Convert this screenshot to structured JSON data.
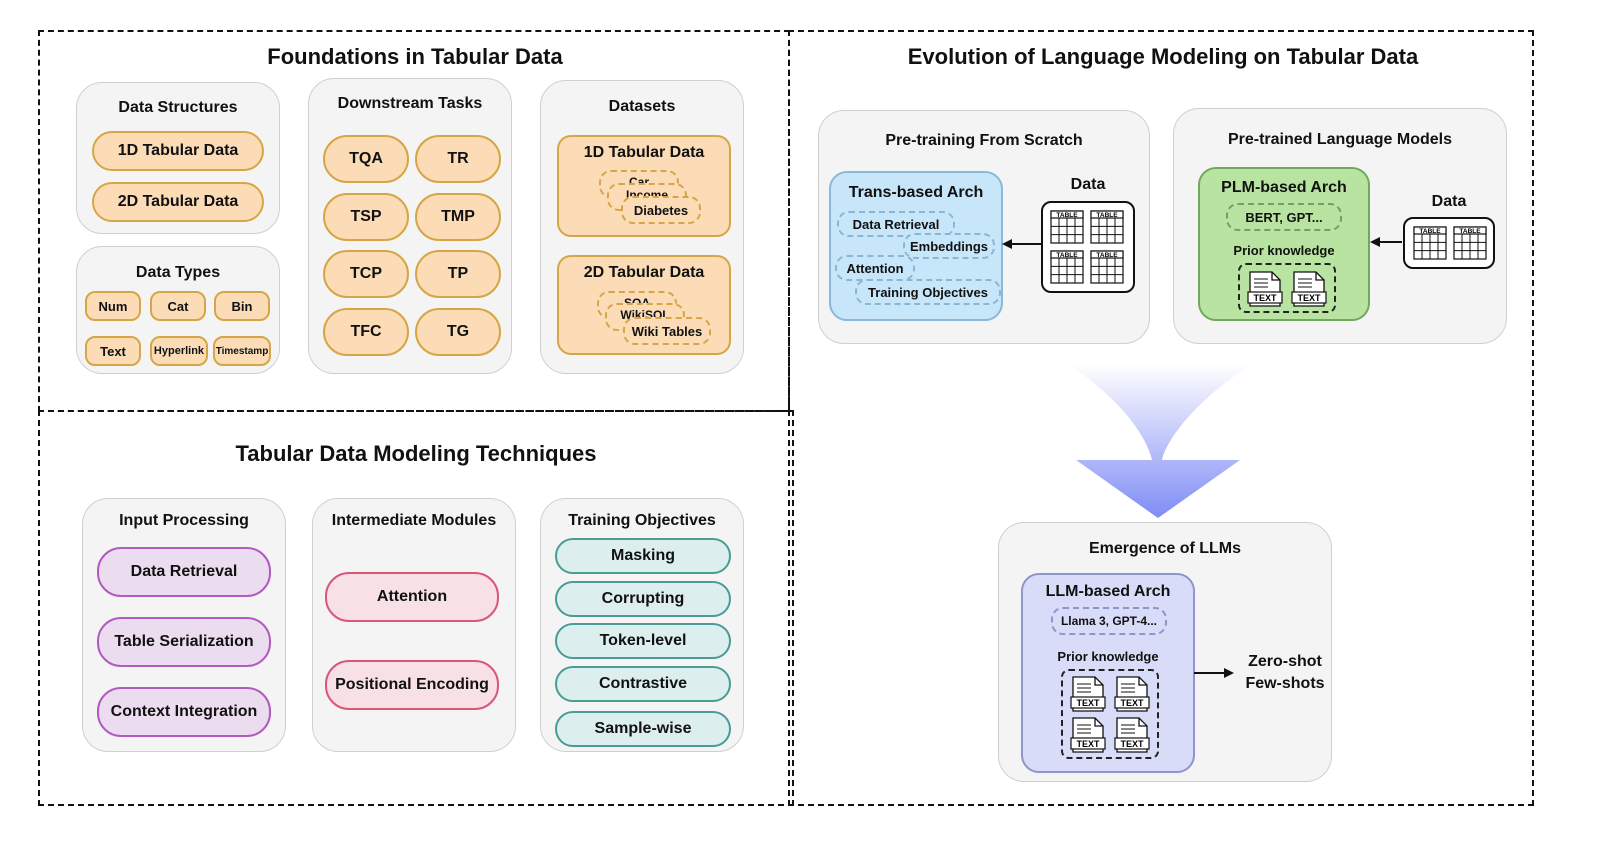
{
  "foundations": {
    "title": "Foundations in Tabular Data",
    "data_structures": {
      "title": "Data Structures",
      "items": [
        "1D Tabular Data",
        "2D Tabular Data"
      ]
    },
    "data_types": {
      "title": "Data Types",
      "items": [
        "Num",
        "Cat",
        "Bin",
        "Text",
        "Hyperlink",
        "Timestamp"
      ]
    },
    "downstream_tasks": {
      "title": "Downstream Tasks",
      "items": [
        "TQA",
        "TR",
        "TSP",
        "TMP",
        "TCP",
        "TP",
        "TFC",
        "TG"
      ]
    },
    "datasets": {
      "title": "Datasets",
      "one_d": {
        "title": "1D Tabular Data",
        "stack": [
          "Car",
          "Income",
          "Diabetes"
        ]
      },
      "two_d": {
        "title": "2D Tabular Data",
        "stack": [
          "SQA",
          "WikiSQL",
          "Wiki Tables"
        ]
      }
    }
  },
  "techniques": {
    "title": "Tabular Data Modeling Techniques",
    "input_processing": {
      "title": "Input Processing",
      "items": [
        "Data Retrieval",
        "Table Serialization",
        "Context Integration"
      ]
    },
    "intermediate_modules": {
      "title": "Intermediate Modules",
      "items": [
        "Attention",
        "Positional Encoding"
      ]
    },
    "training_objectives": {
      "title": "Training Objectives",
      "items": [
        "Masking",
        "Corrupting",
        "Token-level",
        "Contrastive",
        "Sample-wise"
      ]
    }
  },
  "evolution": {
    "title": "Evolution of Language Modeling on Tabular Data",
    "scratch": {
      "title": "Pre-training From Scratch",
      "arch": "Trans-based Arch",
      "items": [
        "Data Retrieval",
        "Embeddings",
        "Attention",
        "Training Objectives"
      ],
      "data_label": "Data",
      "table_icon": "TABLE"
    },
    "plm": {
      "title": "Pre-trained Language Models",
      "arch": "PLM-based Arch",
      "models": "BERT, GPT...",
      "prior": "Prior knowledge",
      "data_label": "Data",
      "table_icon": "TABLE",
      "text_icon": "TEXT"
    },
    "llm": {
      "title": "Emergence of LLMs",
      "arch": "LLM-based Arch",
      "models": "Llama 3, GPT-4...",
      "prior": "Prior knowledge",
      "text_icon": "TEXT",
      "output_line1": "Zero-shot",
      "output_line2": "Few-shots"
    }
  },
  "colors": {
    "orange_fill": "#fbdcb7",
    "orange_border": "#d6a646",
    "purple_fill": "#ecdcef",
    "purple_border": "#b15bc0",
    "pink_fill": "#f8e1e6",
    "pink_border": "#d8587a",
    "teal_fill": "#dcefee",
    "teal_border": "#4a9b95",
    "blue_fill": "#c7e6fa",
    "green_fill": "#b8e3a0",
    "lavender_fill": "#d9dcf8",
    "arrow_gradient": "#7f8cf5"
  }
}
